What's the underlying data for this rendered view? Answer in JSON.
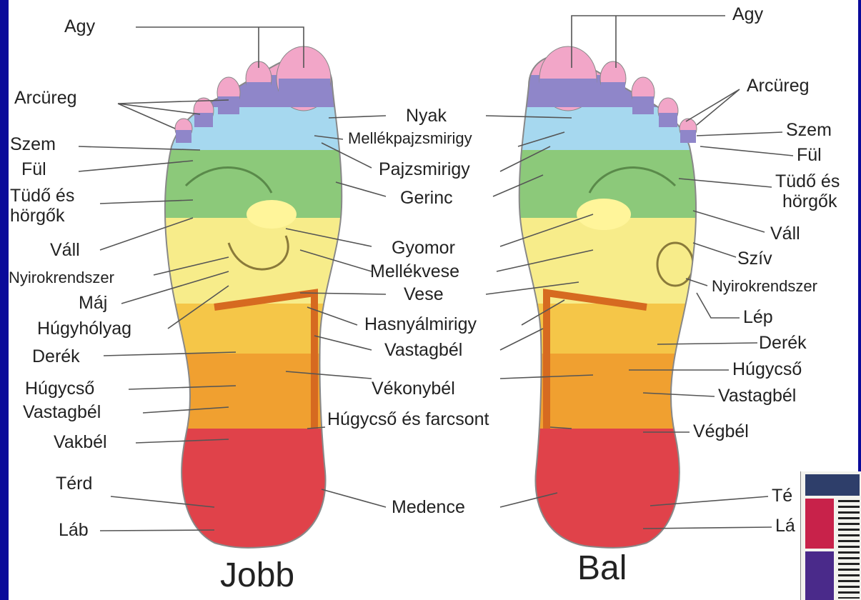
{
  "title_left": "Jobb",
  "title_right": "Bal",
  "labels_left": [
    {
      "key": "agy",
      "text": "Agy"
    },
    {
      "key": "arcureg",
      "text": "Arcüreg"
    },
    {
      "key": "szem",
      "text": "Szem"
    },
    {
      "key": "ful",
      "text": "Fül"
    },
    {
      "key": "tudo1",
      "text": "Tüdő és"
    },
    {
      "key": "tudo2",
      "text": "hörgők"
    },
    {
      "key": "vall",
      "text": "Váll"
    },
    {
      "key": "nyirok",
      "text": "Nyirokrendszer"
    },
    {
      "key": "maj",
      "text": "Máj"
    },
    {
      "key": "hugyholyag",
      "text": "Húgyhólyag"
    },
    {
      "key": "derek",
      "text": "Derék"
    },
    {
      "key": "hugycso",
      "text": "Húgycső"
    },
    {
      "key": "vastagbel",
      "text": "Vastagbél"
    },
    {
      "key": "vakbel",
      "text": "Vakbél"
    },
    {
      "key": "terd",
      "text": "Térd"
    },
    {
      "key": "lab",
      "text": "Láb"
    }
  ],
  "labels_center": [
    {
      "key": "nyak",
      "text": "Nyak"
    },
    {
      "key": "mellekpajzs",
      "text": "Mellékpajzsmirigy"
    },
    {
      "key": "pajzs",
      "text": "Pajzsmirigy"
    },
    {
      "key": "gerinc",
      "text": "Gerinc"
    },
    {
      "key": "gyomor",
      "text": "Gyomor"
    },
    {
      "key": "mellekvese",
      "text": "Mellékvese"
    },
    {
      "key": "vese",
      "text": "Vese"
    },
    {
      "key": "hasnyal",
      "text": "Hasnyálmirigy"
    },
    {
      "key": "vastagbel",
      "text": "Vastagbél"
    },
    {
      "key": "vekonybel",
      "text": "Vékonybél"
    },
    {
      "key": "farcsont",
      "text": "Húgycső és farcsont"
    },
    {
      "key": "medence",
      "text": "Medence"
    }
  ],
  "labels_right": [
    {
      "key": "agy",
      "text": "Agy"
    },
    {
      "key": "arcureg",
      "text": "Arcüreg"
    },
    {
      "key": "szem",
      "text": "Szem"
    },
    {
      "key": "ful",
      "text": "Fül"
    },
    {
      "key": "tudo1",
      "text": "Tüdő és"
    },
    {
      "key": "tudo2",
      "text": "hörgők"
    },
    {
      "key": "vall",
      "text": "Váll"
    },
    {
      "key": "sziv",
      "text": "Szív"
    },
    {
      "key": "nyirok",
      "text": "Nyirokrendszer"
    },
    {
      "key": "lep",
      "text": "Lép"
    },
    {
      "key": "derek",
      "text": "Derék"
    },
    {
      "key": "hugycso",
      "text": "Húgycső"
    },
    {
      "key": "vastagbel",
      "text": "Vastagbél"
    },
    {
      "key": "vegbel",
      "text": "Végbél"
    },
    {
      "key": "terd",
      "text": "Té"
    },
    {
      "key": "lab",
      "text": "Lá"
    }
  ],
  "colors": {
    "frame": "#0a0a9a",
    "pink": "#f2a6c8",
    "purple": "#8f86c9",
    "blue": "#a6d8ef",
    "green": "#8cc97a",
    "yellow": "#f7ec8a",
    "orange": "#f0a030",
    "red": "#e0424a",
    "line": "#555555"
  }
}
